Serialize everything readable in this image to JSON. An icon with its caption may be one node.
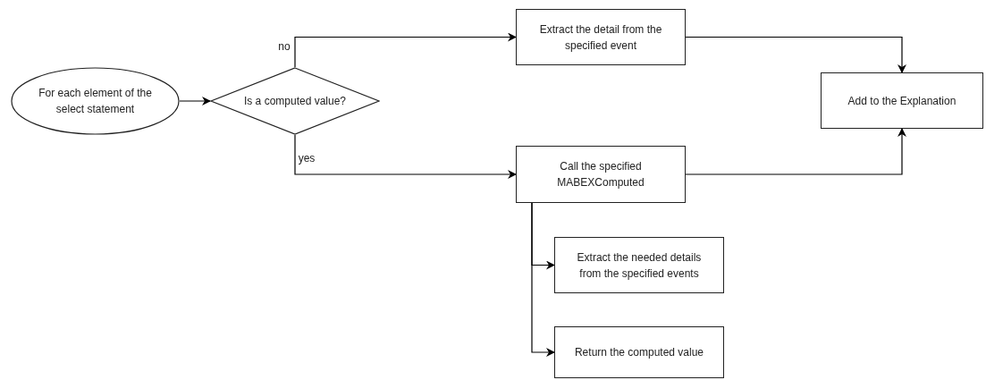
{
  "diagram": {
    "nodes": [
      {
        "text": [
          "For each element of the select statement"
        ]
      },
      {
        "text": [
          "Is a computed value?"
        ]
      },
      {
        "text": [
          "Extract the detail from the specified event"
        ]
      },
      {
        "text": [
          "Add to the Explanation"
        ]
      },
      {
        "text": [
          "Call the specified MABEXComputed"
        ]
      },
      {
        "text": [
          "Extract the needed details from the specified events"
        ]
      },
      {
        "text": [
          "Return the computed value"
        ]
      }
    ],
    "edges": [
      {
        "from": 0,
        "to": 1,
        "arrow": "to"
      },
      {
        "from": 1,
        "to": 2,
        "arrow": "to",
        "label": "no"
      },
      {
        "from": 1,
        "to": 4,
        "arrow": "to",
        "label": "yes"
      },
      {
        "from": 2,
        "to": 3,
        "arrow": "to"
      },
      {
        "from": 4,
        "to": 3,
        "arrow": "to"
      },
      {
        "from": 4,
        "to": 5,
        "arrow": "to"
      },
      {
        "from": 4,
        "to": 6,
        "arrow": "to"
      }
    ]
  }
}
